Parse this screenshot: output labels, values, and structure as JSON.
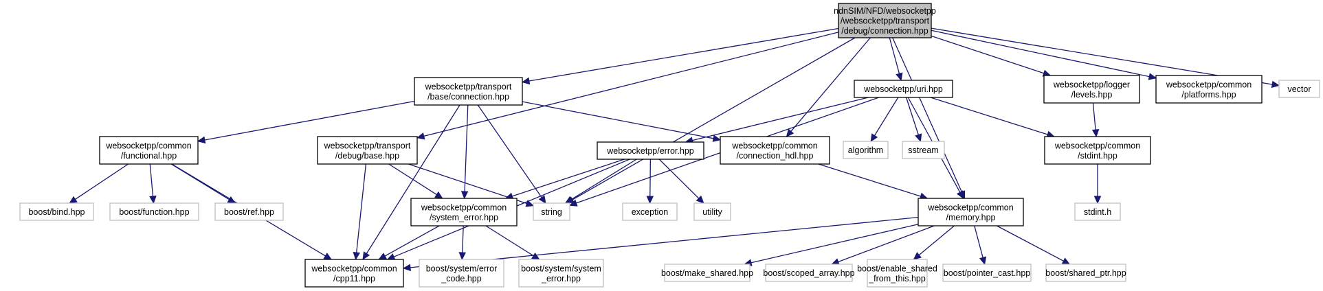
{
  "title": "Include dependency graph for connection.hpp",
  "colors": {
    "edge": "#191970",
    "root_fill": "#bfbfbf",
    "local_border": "#000000",
    "external_border": "#bfbfbf"
  },
  "nodes": [
    {
      "id": "root",
      "kind": "root",
      "lines": [
        "ndnSIM/NFD/websocketpp",
        "/websocketpp/transport",
        "/debug/connection.hpp"
      ]
    },
    {
      "id": "transport_base_connection",
      "kind": "local",
      "lines": [
        "websocketpp/transport",
        "/base/connection.hpp"
      ]
    },
    {
      "id": "uri",
      "kind": "local",
      "lines": [
        "websocketpp/uri.hpp"
      ]
    },
    {
      "id": "logger_levels",
      "kind": "local",
      "lines": [
        "websocketpp/logger",
        "/levels.hpp"
      ]
    },
    {
      "id": "common_platforms",
      "kind": "local",
      "lines": [
        "websocketpp/common",
        "/platforms.hpp"
      ]
    },
    {
      "id": "vector",
      "kind": "external",
      "lines": [
        "vector"
      ]
    },
    {
      "id": "common_functional",
      "kind": "local",
      "lines": [
        "websocketpp/common",
        "/functional.hpp"
      ]
    },
    {
      "id": "transport_debug_base",
      "kind": "local",
      "lines": [
        "websocketpp/transport",
        "/debug/base.hpp"
      ]
    },
    {
      "id": "error",
      "kind": "local",
      "lines": [
        "websocketpp/error.hpp"
      ]
    },
    {
      "id": "common_connection_hdl",
      "kind": "local",
      "lines": [
        "websocketpp/common",
        "/connection_hdl.hpp"
      ]
    },
    {
      "id": "algorithm",
      "kind": "external",
      "lines": [
        "algorithm"
      ]
    },
    {
      "id": "sstream",
      "kind": "external",
      "lines": [
        "sstream"
      ]
    },
    {
      "id": "common_stdint",
      "kind": "local",
      "lines": [
        "websocketpp/common",
        "/stdint.hpp"
      ]
    },
    {
      "id": "boost_bind",
      "kind": "external",
      "lines": [
        "boost/bind.hpp"
      ]
    },
    {
      "id": "boost_function",
      "kind": "external",
      "lines": [
        "boost/function.hpp"
      ]
    },
    {
      "id": "boost_ref",
      "kind": "external",
      "lines": [
        "boost/ref.hpp"
      ]
    },
    {
      "id": "common_system_error",
      "kind": "local",
      "lines": [
        "websocketpp/common",
        "/system_error.hpp"
      ]
    },
    {
      "id": "string",
      "kind": "external",
      "lines": [
        "string"
      ]
    },
    {
      "id": "exception",
      "kind": "external",
      "lines": [
        "exception"
      ]
    },
    {
      "id": "utility",
      "kind": "external",
      "lines": [
        "utility"
      ]
    },
    {
      "id": "common_memory",
      "kind": "local",
      "lines": [
        "websocketpp/common",
        "/memory.hpp"
      ]
    },
    {
      "id": "stdint_h",
      "kind": "external",
      "lines": [
        "stdint.h"
      ]
    },
    {
      "id": "common_cpp11",
      "kind": "local",
      "lines": [
        "websocketpp/common",
        "/cpp11.hpp"
      ]
    },
    {
      "id": "boost_system_error_code",
      "kind": "external",
      "lines": [
        "boost/system/error",
        "_code.hpp"
      ]
    },
    {
      "id": "boost_system_system_error",
      "kind": "external",
      "lines": [
        "boost/system/system",
        "_error.hpp"
      ]
    },
    {
      "id": "boost_make_shared",
      "kind": "external",
      "lines": [
        "boost/make_shared.hpp"
      ]
    },
    {
      "id": "boost_scoped_array",
      "kind": "external",
      "lines": [
        "boost/scoped_array.hpp"
      ]
    },
    {
      "id": "boost_enable_shared_from_this",
      "kind": "external",
      "lines": [
        "boost/enable_shared",
        "_from_this.hpp"
      ]
    },
    {
      "id": "boost_pointer_cast",
      "kind": "external",
      "lines": [
        "boost/pointer_cast.hpp"
      ]
    },
    {
      "id": "boost_shared_ptr",
      "kind": "external",
      "lines": [
        "boost/shared_ptr.hpp"
      ]
    }
  ],
  "edges": [
    [
      "root",
      "transport_base_connection"
    ],
    [
      "root",
      "transport_debug_base"
    ],
    [
      "root",
      "string"
    ],
    [
      "root",
      "common_connection_hdl"
    ],
    [
      "root",
      "uri"
    ],
    [
      "root",
      "common_memory"
    ],
    [
      "root",
      "logger_levels"
    ],
    [
      "root",
      "common_platforms"
    ],
    [
      "root",
      "vector"
    ],
    [
      "transport_base_connection",
      "common_functional"
    ],
    [
      "transport_base_connection",
      "common_cpp11"
    ],
    [
      "transport_base_connection",
      "common_system_error"
    ],
    [
      "transport_base_connection",
      "string"
    ],
    [
      "transport_base_connection",
      "common_connection_hdl"
    ],
    [
      "uri",
      "error"
    ],
    [
      "uri",
      "string"
    ],
    [
      "uri",
      "algorithm"
    ],
    [
      "uri",
      "sstream"
    ],
    [
      "uri",
      "common_memory"
    ],
    [
      "uri",
      "common_stdint"
    ],
    [
      "logger_levels",
      "common_stdint"
    ],
    [
      "common_functional",
      "boost_bind"
    ],
    [
      "common_functional",
      "boost_function"
    ],
    [
      "common_functional",
      "boost_ref"
    ],
    [
      "common_functional",
      "common_cpp11"
    ],
    [
      "transport_debug_base",
      "common_system_error"
    ],
    [
      "transport_debug_base",
      "common_cpp11"
    ],
    [
      "transport_debug_base",
      "string"
    ],
    [
      "error",
      "common_system_error"
    ],
    [
      "error",
      "string"
    ],
    [
      "error",
      "exception"
    ],
    [
      "error",
      "utility"
    ],
    [
      "error",
      "common_cpp11"
    ],
    [
      "common_connection_hdl",
      "common_memory"
    ],
    [
      "common_stdint",
      "stdint_h"
    ],
    [
      "common_system_error",
      "common_cpp11"
    ],
    [
      "common_system_error",
      "boost_system_error_code"
    ],
    [
      "common_system_error",
      "boost_system_system_error"
    ],
    [
      "common_memory",
      "common_cpp11"
    ],
    [
      "common_memory",
      "boost_make_shared"
    ],
    [
      "common_memory",
      "boost_scoped_array"
    ],
    [
      "common_memory",
      "boost_enable_shared_from_this"
    ],
    [
      "common_memory",
      "boost_pointer_cast"
    ],
    [
      "common_memory",
      "boost_shared_ptr"
    ]
  ]
}
